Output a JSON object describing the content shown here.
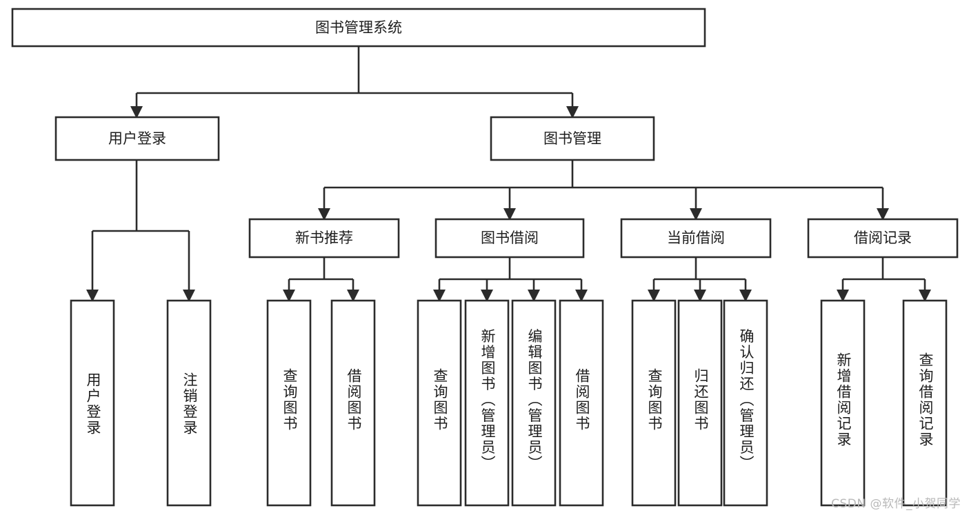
{
  "diagram": {
    "title": "图书管理系统",
    "type": "tree",
    "root": {
      "label": "图书管理系统"
    },
    "level2": [
      {
        "label": "用户登录"
      },
      {
        "label": "图书管理"
      }
    ],
    "level3": [
      {
        "label": "新书推荐"
      },
      {
        "label": "图书借阅"
      },
      {
        "label": "当前借阅"
      },
      {
        "label": "借阅记录"
      }
    ],
    "leaves": {
      "user_login": [
        {
          "label": "用户登录"
        },
        {
          "label": "注销登录"
        }
      ],
      "new_book_recommend": [
        {
          "label": "查询图书"
        },
        {
          "label": "借阅图书"
        }
      ],
      "book_borrow": [
        {
          "label": "查询图书"
        },
        {
          "label": "新增图书（管理员）"
        },
        {
          "label": "编辑图书（管理员）"
        },
        {
          "label": "借阅图书"
        }
      ],
      "current_borrow": [
        {
          "label": "查询图书"
        },
        {
          "label": "归还图书"
        },
        {
          "label": "确认归还（管理员）"
        }
      ],
      "borrow_record": [
        {
          "label": "新增借阅记录"
        },
        {
          "label": "查询借阅记录"
        }
      ]
    },
    "colors": {
      "stroke": "#2b2b2b",
      "fill": "#ffffff",
      "text": "#1d1d1d",
      "watermark": "#b9b9b9"
    }
  },
  "watermark": {
    "text": "CSDN @软件_小贺同学"
  }
}
